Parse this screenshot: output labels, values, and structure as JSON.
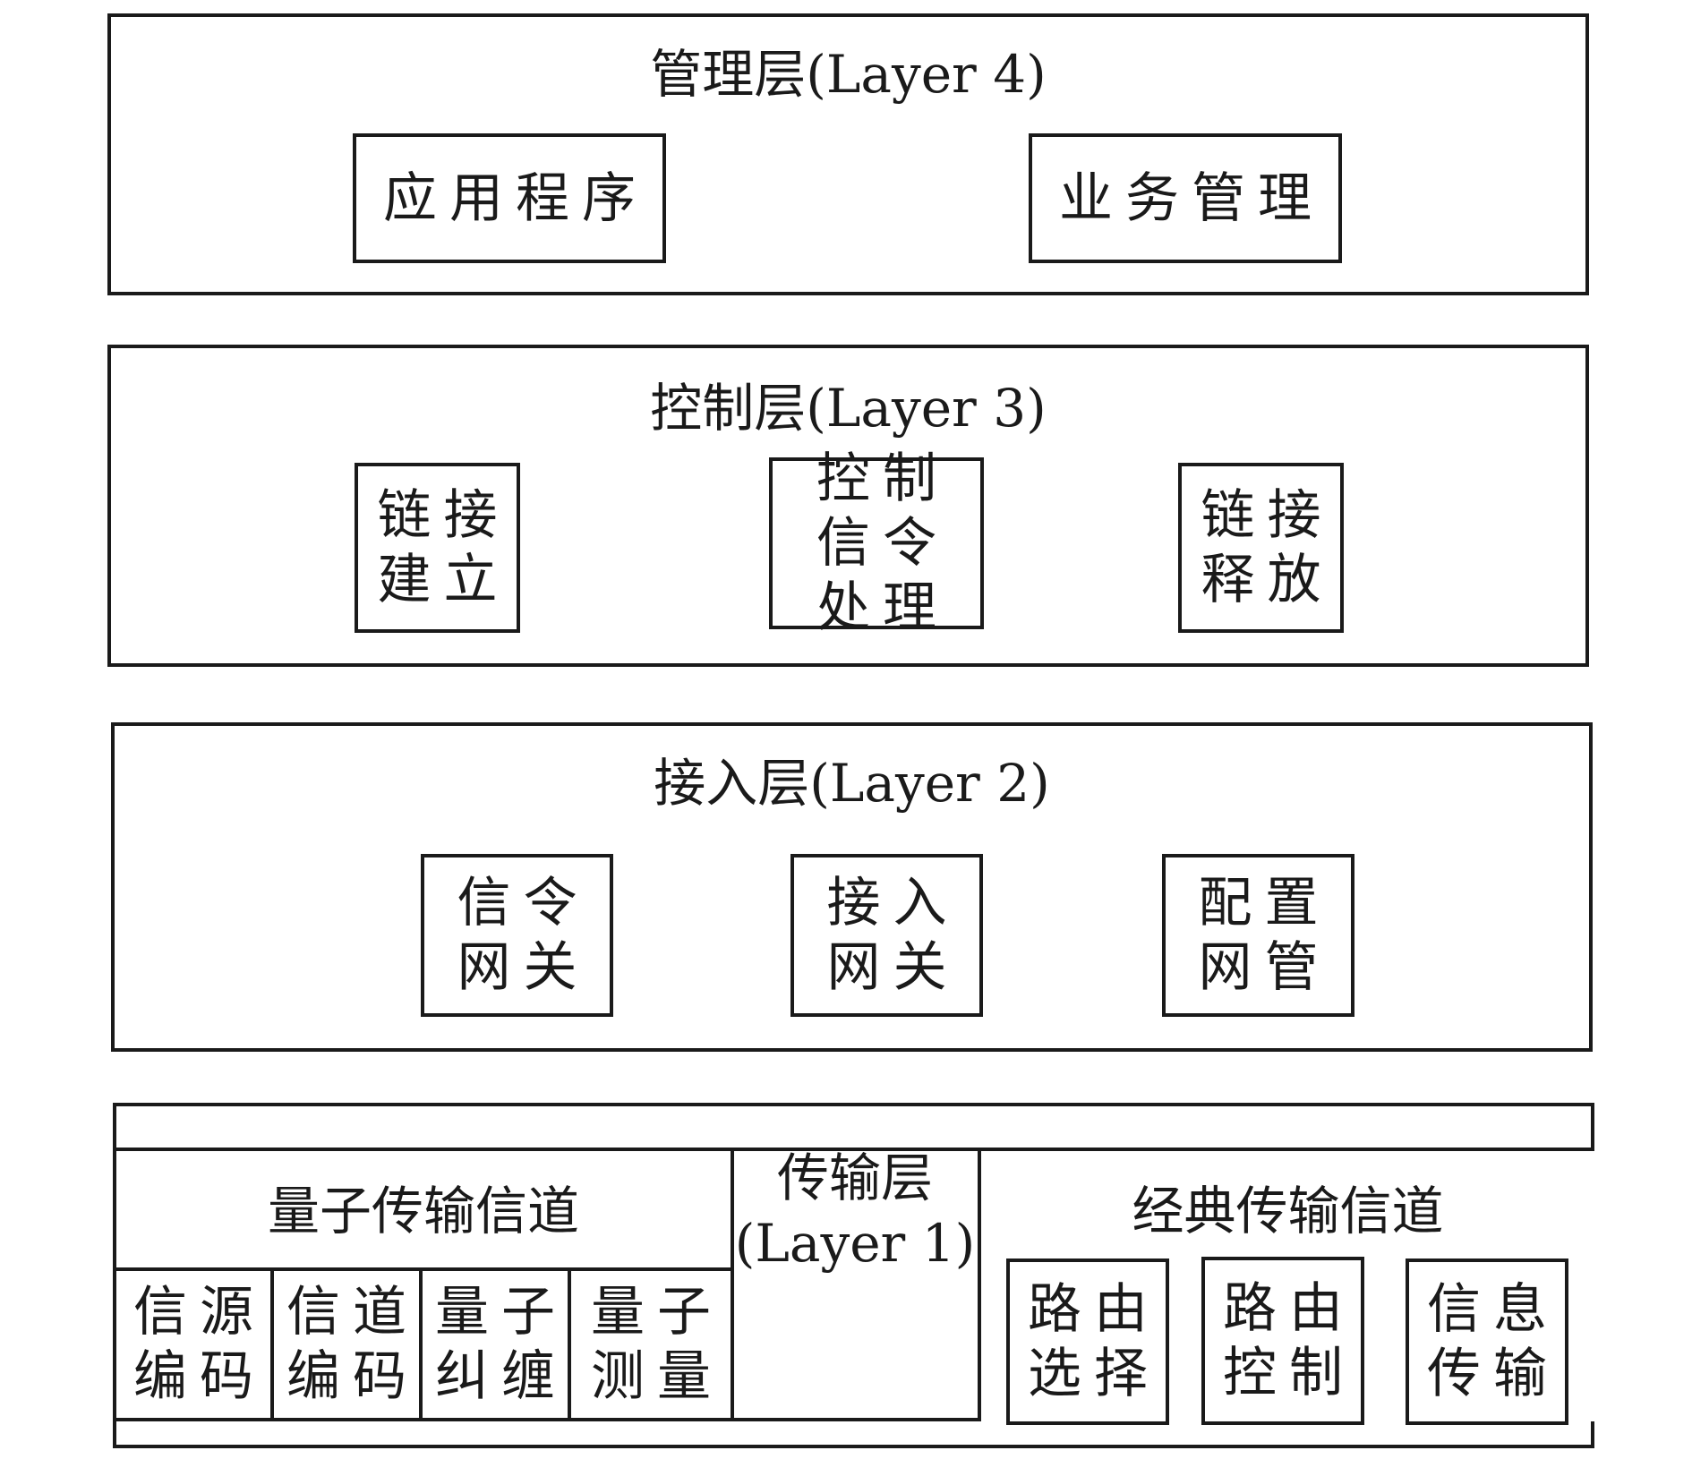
{
  "layer4": {
    "title": "管理层(Layer 4)",
    "boxes": [
      "应用程序",
      "业务管理"
    ]
  },
  "layer3": {
    "title": "控制层(Layer 3)",
    "boxes": [
      "链接建立",
      "控制信令处理",
      "链接释放"
    ]
  },
  "layer2": {
    "title": "接入层(Layer 2)",
    "boxes": [
      "信令网关",
      "接入网关",
      "配置网管"
    ]
  },
  "layer1": {
    "title": "传输层\n(Layer 1)",
    "quantum": {
      "title": "量子传输信道",
      "cells": [
        "信源编码",
        "信道编码",
        "量子纠缠",
        "量子测量"
      ]
    },
    "classical": {
      "title": "经典传输信道",
      "boxes": [
        "路由选择",
        "路由控制",
        "信息传输"
      ]
    }
  }
}
